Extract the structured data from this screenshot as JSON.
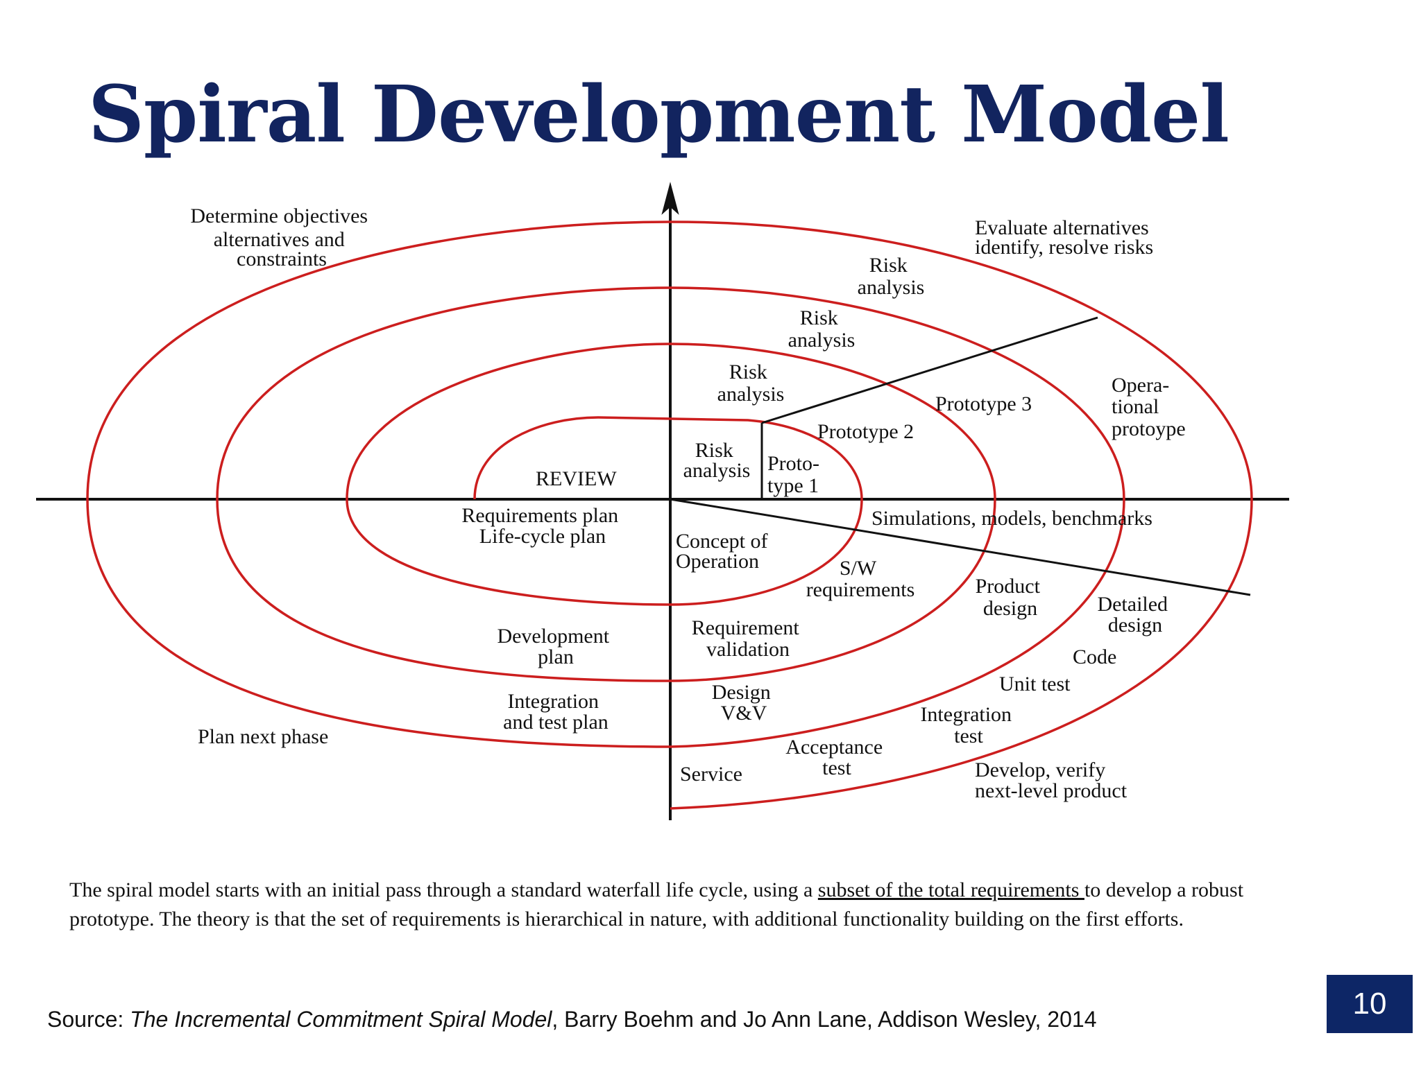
{
  "slide": {
    "title": "Spiral Development Model",
    "colors": {
      "title": "#12245f",
      "spiral": "#cc1e1e",
      "axes": "#111111",
      "page_number_box": "#0d2666"
    }
  },
  "diagram": {
    "quadrants": {
      "top_left": [
        "Determine objectives",
        "alternatives and",
        "constraints"
      ],
      "top_right": [
        "Evaluate alternatives",
        "identify, resolve risks"
      ],
      "bottom_left": [
        "Plan next phase"
      ],
      "bottom_right": [
        "Develop, verify",
        "next-level product"
      ]
    },
    "risk_analysis_labels": [
      [
        "Risk",
        "analysis"
      ],
      [
        "Risk",
        "analysis"
      ],
      [
        "Risk",
        "analysis"
      ],
      [
        "Risk",
        "analysis"
      ]
    ],
    "prototypes": {
      "prototype1": [
        "Proto-",
        "type 1"
      ],
      "prototype2": "Prototype 2",
      "prototype3": "Prototype 3",
      "operational": [
        "Opera-",
        "tional",
        "protoype"
      ]
    },
    "simulations": "Simulations, models, benchmarks",
    "review": "REVIEW",
    "plans": {
      "requirements_plan": [
        "Requirements plan",
        "Life-cycle plan"
      ],
      "development_plan": [
        "Development",
        "plan"
      ],
      "integration_plan": [
        "Integration",
        "and test plan"
      ]
    },
    "develop_steps": {
      "concept": [
        "Concept of",
        "Operation"
      ],
      "sw_requirements": [
        "S/W",
        "requirements"
      ],
      "product_design": [
        "Product",
        "design"
      ],
      "detailed_design": [
        "Detailed",
        "design"
      ],
      "code": "Code",
      "unit_test": "Unit test",
      "integration_test": [
        "Integration",
        "test"
      ],
      "acceptance_test": [
        "Acceptance",
        "test"
      ],
      "requirement_validation": [
        "Requirement",
        "validation"
      ],
      "design_vv": [
        "Design",
        "V&V"
      ],
      "service": "Service"
    }
  },
  "description": {
    "before_link": "The spiral model starts with an initial pass through a standard waterfall life cycle, using a ",
    "underlined": "subset of the total requirements ",
    "after_link": "to develop a robust prototype. The theory is that the set of requirements is hierarchical in nature, with additional functionality building on the first efforts."
  },
  "source": {
    "prefix": "Source: ",
    "book": "The Incremental Commitment Spiral Model",
    "rest": ", Barry Boehm and Jo Ann Lane, Addison Wesley, 2014"
  },
  "page_number": "10"
}
